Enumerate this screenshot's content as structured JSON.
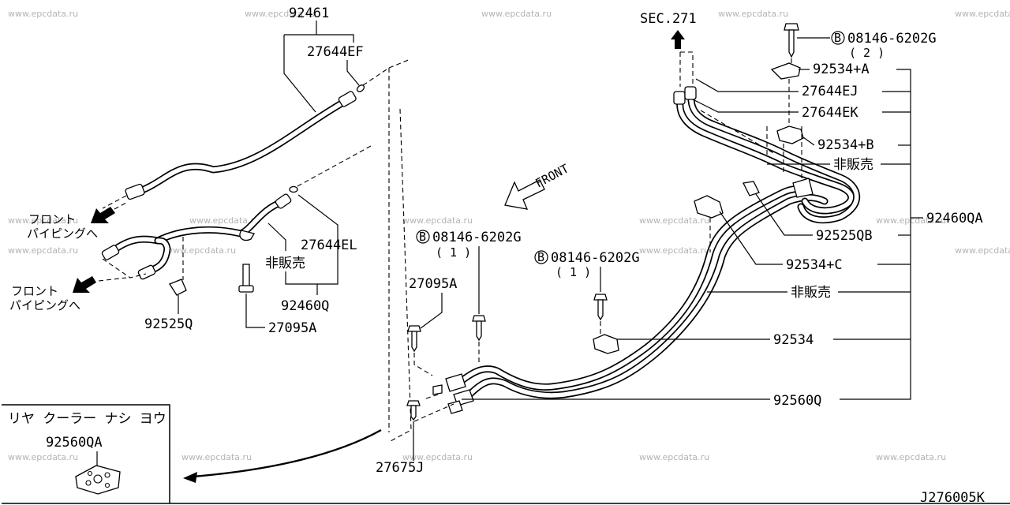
{
  "watermark": "www.epcdata.ru",
  "diagram_id": "J276005K",
  "direction_marker": "FRONT",
  "section_ref": "SEC.271",
  "bolt_symbol": "B",
  "not_sold": "非販売",
  "inset": {
    "title": "リヤ クーラー ナシ ヨウ",
    "part": "92560QA"
  },
  "left_assembly": {
    "pipe_upper": "92461",
    "oring_upper": "27644EF",
    "oring_lower": "27644EL",
    "not_sold": "非販売",
    "pipe_assy": "92460Q",
    "clip": "92525Q",
    "bolt": "27095A",
    "front_piping_1": [
      "フロント",
      "パイピングへ"
    ],
    "front_piping_2": [
      "フロント",
      "パイピングへ"
    ]
  },
  "center": {
    "bolt_a": "27095A",
    "bolt_b": {
      "number": "08146-6202G",
      "qty": "( 1 )"
    },
    "bolt_c": {
      "number": "08146-6202G",
      "qty": "( 1 )"
    },
    "grommet": "27675J"
  },
  "right_labels": {
    "bolt_top": {
      "number": "08146-6202G",
      "qty": "( 2 )"
    },
    "clamp_a": "92534+A",
    "oring_ej": "27644EJ",
    "oring_ek": "27644EK",
    "clamp_b": "92534+B",
    "not_sold_1": "非販売",
    "clip_qb": "92525QB",
    "clamp_c": "92534+C",
    "not_sold_2": "非販売",
    "clamp": "92534",
    "plate": "92560Q",
    "assembly": "92460QA"
  }
}
